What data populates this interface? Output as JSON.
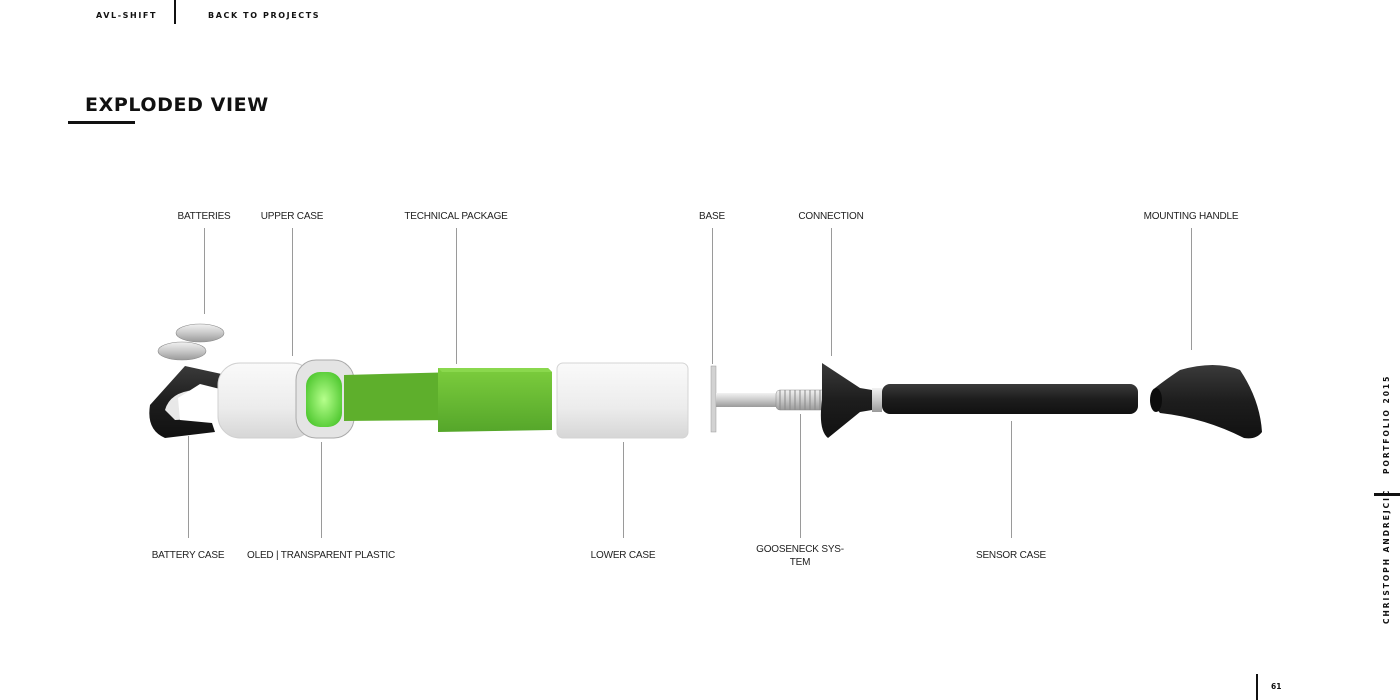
{
  "header": {
    "project_name": "AVL-SHIFT",
    "back_link": "BACK TO PROJECTS"
  },
  "page_title": "EXPLODED VIEW",
  "labels_top": {
    "batteries": "BATTERIES",
    "upper_case": "UPPER CASE",
    "technical_package": "TECHNICAL PACKAGE",
    "base": "BASE",
    "connection": "CONNECTION",
    "mounting_handle": "MOUNTING HANDLE"
  },
  "labels_bottom": {
    "battery_case": "BATTERY CASE",
    "oled": "OLED | TRANSPARENT PLASTIC",
    "lower_case": "LOWER CASE",
    "gooseneck_line1": "GOOSENECK SYS-",
    "gooseneck_line2": "TEM",
    "sensor_case": "SENSOR CASE"
  },
  "sidebar": {
    "portfolio": "PORTFOLIO 2015",
    "author": "CHRISTOPH ANDREJCIC"
  },
  "page_number": "61",
  "colors": {
    "accent_green": "#5fb52c",
    "dark_part": "#1e1e1e",
    "white_part": "#eeeeee"
  }
}
